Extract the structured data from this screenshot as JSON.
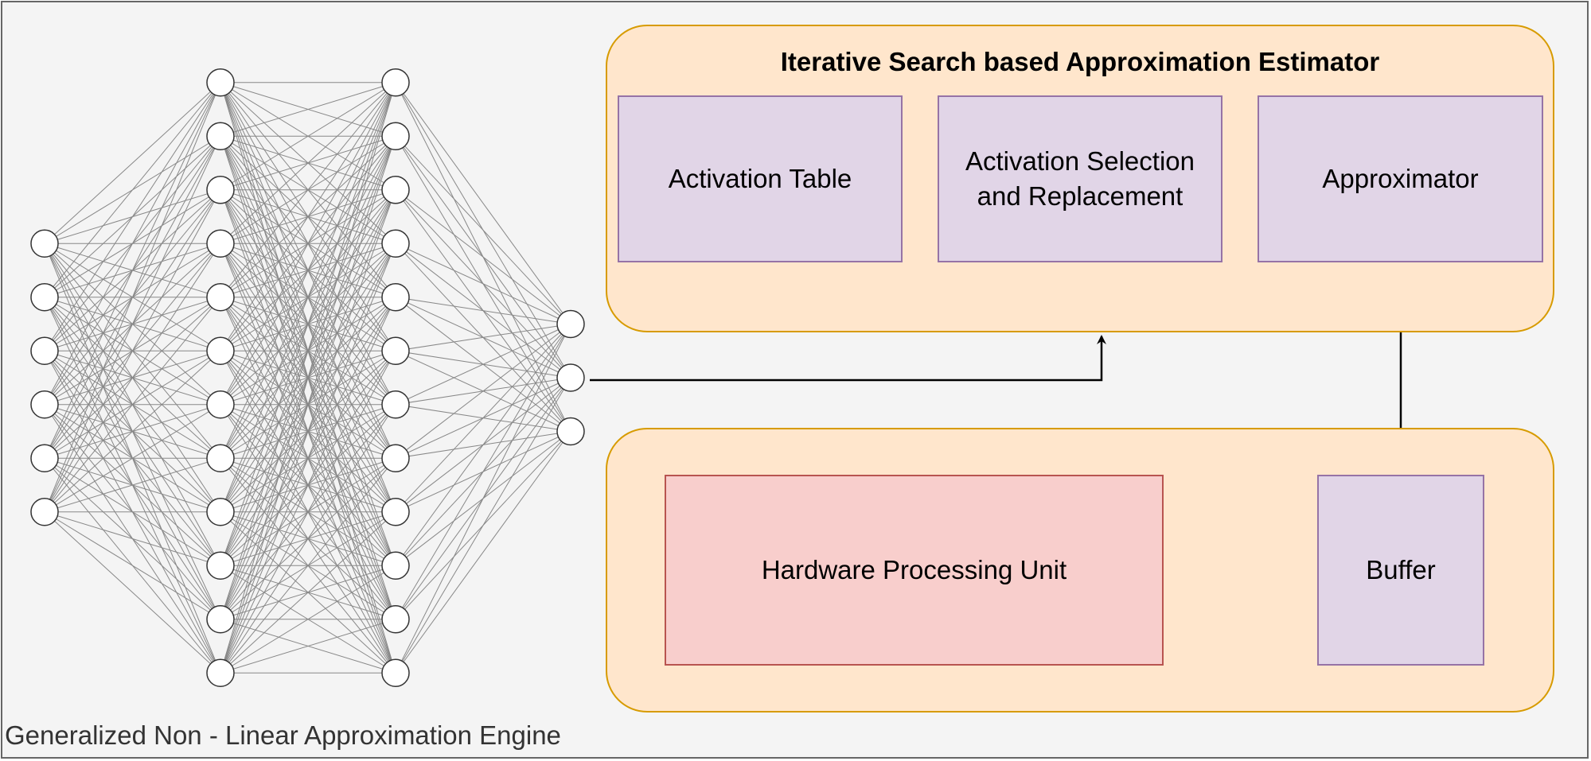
{
  "diagram": {
    "engine_caption": "Generalized Non - Linear Approximation Engine",
    "estimator_title": "Iterative Search based Approximation Estimator",
    "activation_table": "Activation Table",
    "activation_selection": {
      "line1": "Activation Selection",
      "line2": "and Replacement"
    },
    "approximator": "Approximator",
    "hardware_unit": "Hardware Processing Unit",
    "buffer": "Buffer"
  },
  "network": {
    "layers": [
      6,
      12,
      12,
      3
    ]
  },
  "colors": {
    "container_fill": "#ffe6cc",
    "container_border": "#d79b00",
    "purple_fill": "#e1d5e7",
    "purple_border": "#9673a6",
    "red_fill": "#f8cecc",
    "red_border": "#b85450",
    "background": "#f4f4f4",
    "edge": "#888888",
    "arrow": "#000000"
  }
}
